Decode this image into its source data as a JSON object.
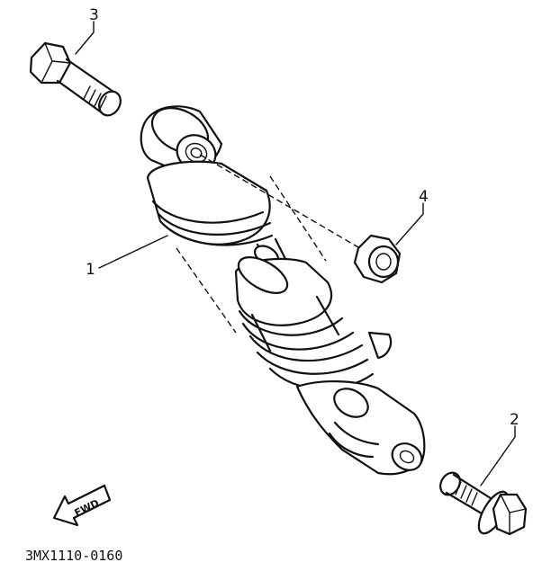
{
  "callouts": {
    "part_1": "1",
    "part_2": "2",
    "part_3": "3",
    "part_4": "4"
  },
  "direction_label": "FWD",
  "diagram_code": "3MX1110-0160"
}
